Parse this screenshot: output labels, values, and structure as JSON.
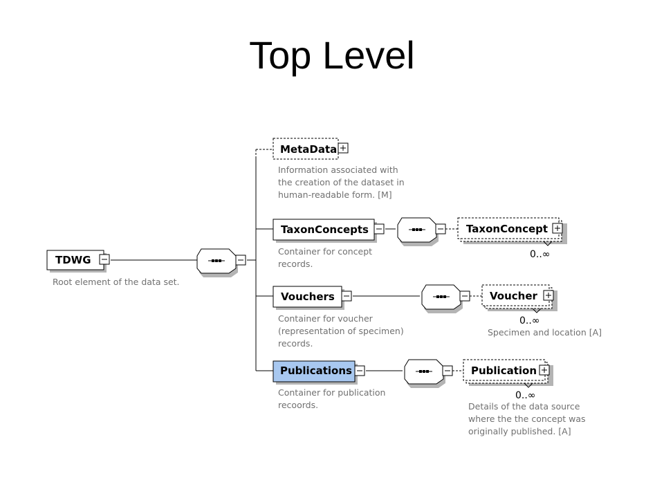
{
  "title": "Top Level",
  "colors": {
    "highlight": "#a8c8f0",
    "line": "#000000",
    "shadow": "#b4b4b4",
    "description": "#707070"
  },
  "root": {
    "label": "TDWG",
    "description": [
      "Root element of the data set."
    ]
  },
  "metadata": {
    "label": "MetaData",
    "description": [
      "Information associated with",
      "the creation of the dataset in",
      "human-readable form. [M]"
    ]
  },
  "taxon_concepts": {
    "label": "TaxonConcepts",
    "description": [
      "Container for concept",
      "records."
    ],
    "child": {
      "label": "TaxonConcept",
      "cardinality": "0..∞",
      "description": []
    }
  },
  "vouchers": {
    "label": "Vouchers",
    "description": [
      "Container for voucher",
      "(representation of specimen)",
      "records."
    ],
    "child": {
      "label": "Voucher",
      "cardinality": "0..∞",
      "description": [
        "Specimen and location [A]"
      ]
    }
  },
  "publications": {
    "label": "Publications",
    "description": [
      "Container for publication",
      "recoords."
    ],
    "child": {
      "label": "Publication",
      "cardinality": "0..∞",
      "description": [
        "Details of the data source",
        "where the the concept was",
        "originally published. [A]"
      ]
    }
  }
}
